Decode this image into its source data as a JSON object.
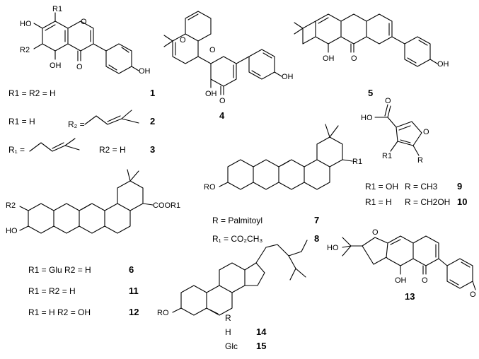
{
  "compounds": [
    {
      "number": "1",
      "caption": "R1 = R2 = H"
    },
    {
      "number": "2",
      "caption": "R1 = H",
      "substituent": "R2 = (3-methylbut-2-enyl)"
    },
    {
      "number": "3",
      "caption": "R1 = (3-methylbut-2-enyl)",
      "caption2": "R2 = H"
    },
    {
      "number": "4"
    },
    {
      "number": "5"
    },
    {
      "number": "6",
      "caption": "R1 = Glu   R2 = H"
    },
    {
      "number": "7",
      "caption": "R = Palmitoyl"
    },
    {
      "number": "8",
      "caption": "R1 = CO2CH3"
    },
    {
      "number": "9",
      "caption": "R1 = OH",
      "caption2": "R = CH3"
    },
    {
      "number": "10",
      "caption": "R1 = H",
      "caption2": "R = CH2OH"
    },
    {
      "number": "11",
      "caption": "R1 = R2 = H"
    },
    {
      "number": "12",
      "caption": "R1 = H   R2 = OH"
    },
    {
      "number": "13"
    },
    {
      "number": "14",
      "caption": "H"
    },
    {
      "number": "15",
      "caption": "Glc"
    }
  ],
  "sterol_header": "R",
  "atom_labels": {
    "oh": "OH",
    "ho": "HO",
    "o": "O",
    "r": "R",
    "r1": "R1",
    "r2": "R2",
    "cooh": "HO",
    "cooR1": "COOR1",
    "ro": "RO"
  }
}
